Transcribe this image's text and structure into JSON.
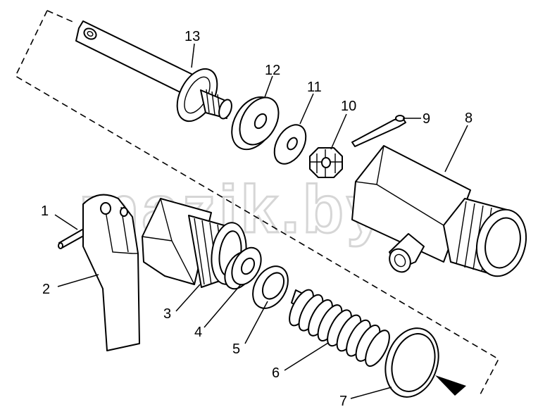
{
  "diagram": {
    "callouts": [
      "1",
      "2",
      "3",
      "4",
      "5",
      "6",
      "7",
      "8",
      "9",
      "10",
      "11",
      "12",
      "13"
    ],
    "watermark": "mazik.by"
  }
}
